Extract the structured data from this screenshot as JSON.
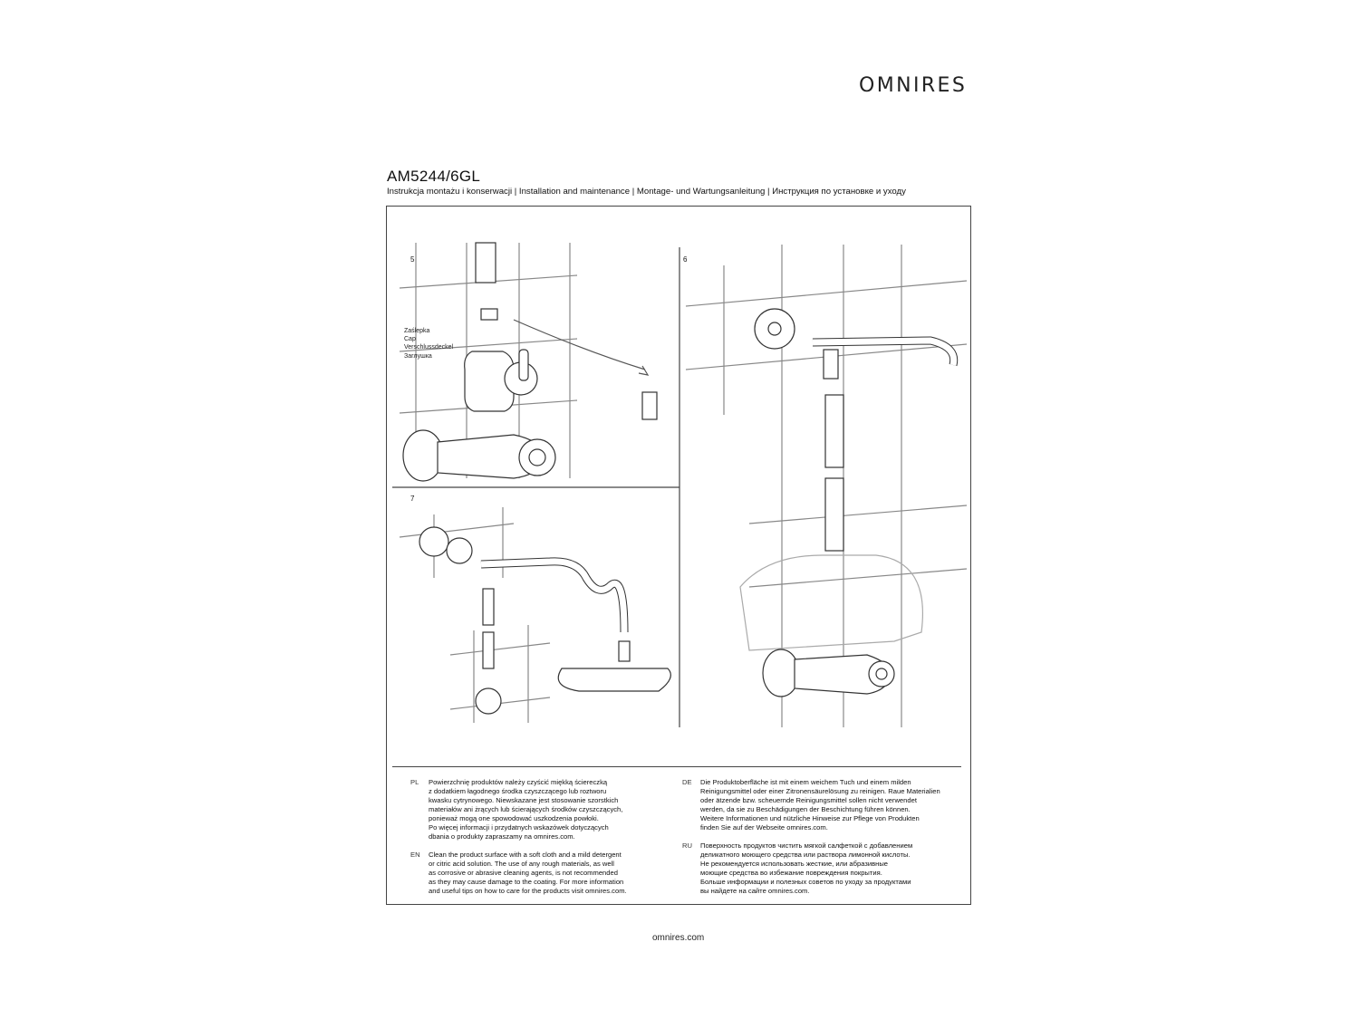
{
  "header": {
    "brand": "OMNIRES",
    "model": "AM5244/6GL",
    "subtitle": "Instrukcja montażu i konserwacji | Installation and maintenance | Montage- und Wartungsanleitung | Инструкция по установке и уходу"
  },
  "steps": {
    "step5": "5",
    "step6": "6",
    "step7": "7"
  },
  "cap_labels": {
    "pl": "Zaślepka",
    "en": "Cap",
    "de": "Verschlussdeckel",
    "ru": "Заглушка"
  },
  "care": {
    "pl": {
      "lang": "PL",
      "text": "Powierzchnię produktów należy czyścić miękką ściereczką\nz dodatkiem łagodnego środka czyszczącego lub roztworu\nkwasku cytrynowego. Niewskazane jest stosowanie szorstkich\nmateriałów ani żrących lub ścierających środków czyszczących,\nponieważ mogą one spowodować uszkodzenia powłoki.\nPo więcej informacji i przydatnych wskazówek dotyczących\ndbania o produkty zapraszamy na omnires.com."
    },
    "en": {
      "lang": "EN",
      "text": "Clean the product surface with a soft cloth and a mild detergent\nor citric acid solution. The use of any rough materials, as well\nas corrosive or abrasive cleaning agents, is not recommended\nas they may cause damage to the coating. For more information\nand useful tips on how to care for the products visit omnires.com."
    },
    "de": {
      "lang": "DE",
      "text": "Die Produktoberfläche ist mit einem weichem Tuch und einem milden\nReinigungsmittel oder einer Zitronensäurelösung zu reinigen. Raue Materialien\noder ätzende bzw. scheuernde Reinigungsmittel sollen nicht verwendet\nwerden, da sie zu Beschädigungen der Beschichtung führen können.\nWeitere Informationen und nützliche Hinweise zur Pflege von Produkten\nfinden Sie auf der Webseite omnires.com."
    },
    "ru": {
      "lang": "RU",
      "text": "Поверхность продуктов чистить мягкой салфеткой с добавлением\nделикатного моющего средства или раствора лимонной кислоты.\nНе рекомендуется использовать жесткие, или абразивные\nмоющие средства во избежание повреждения покрытия.\nБольше информации и полезных советов по уходу за продуктами\nвы найдете на сайте omnires.com."
    }
  },
  "footer": {
    "url": "omnires.com"
  }
}
